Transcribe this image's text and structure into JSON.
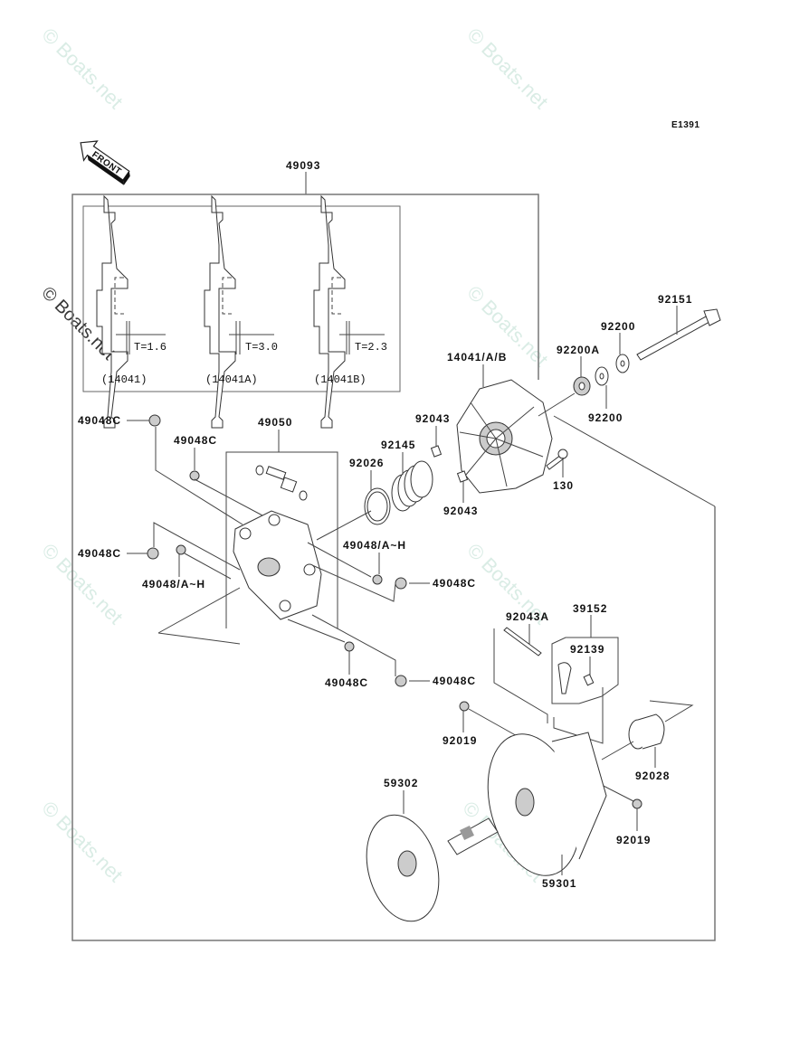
{
  "diagram": {
    "code": "E1391",
    "front_label": "FRONT",
    "assembly_label": "49093",
    "watermark": "© Boats.net",
    "colors": {
      "line": "#444444",
      "frame": "#777777",
      "watermark": "#d6ebe3"
    },
    "inset": {
      "variants": [
        {
          "part": "(14041)",
          "thickness": "T=1.6"
        },
        {
          "part": "(14041A)",
          "thickness": "T=3.0"
        },
        {
          "part": "(14041B)",
          "thickness": "T=2.3"
        }
      ]
    },
    "parts": {
      "p14041": "14041/A/B",
      "p92200A": "92200A",
      "p92200_top": "92200",
      "p92200_bot": "92200",
      "p92151": "92151",
      "p92043_top": "92043",
      "p92043_bot": "92043",
      "p130": "130",
      "p92145": "92145",
      "p92026": "92026",
      "p49050": "49050",
      "p49048C_1": "49048C",
      "p49048C_2": "49048C",
      "p49048C_3": "49048C",
      "p49048C_4": "49048C",
      "p49048C_5": "49048C",
      "p49048C_6": "49048C",
      "p49048AH_1": "49048/A~H",
      "p49048AH_2": "49048/A~H",
      "p39152": "39152",
      "p92043A": "92043A",
      "p92139": "92139",
      "p92019_1": "92019",
      "p92019_2": "92019",
      "p92028": "92028",
      "p59302": "59302",
      "p59301": "59301"
    }
  }
}
